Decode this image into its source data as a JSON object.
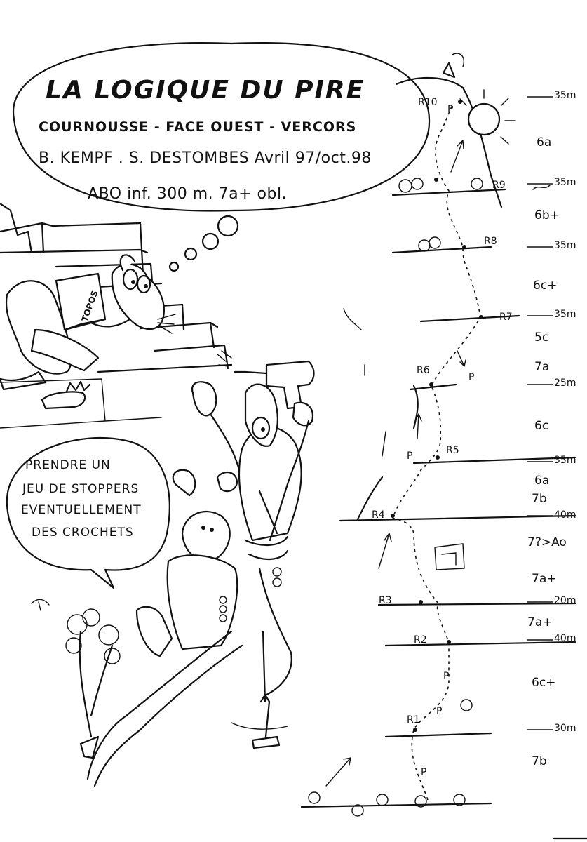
{
  "title": "LA LOGIQUE DU PIRE",
  "location": "COURNOUSSE - FACE OUEST - VERCORS",
  "authors": "B. KEMPF . S. DESTOMBES Avril 97/oct.98",
  "specs": "ABO inf. 300 m. 7a+ obl.",
  "topos_book": "TOPOS",
  "advice_bubble": {
    "lines": [
      "PRENDRE UN",
      "JEU DE STOPPERS",
      "EVENTUELLEMENT",
      "DES CROCHETS"
    ]
  },
  "belays": [
    "R10",
    "R9",
    "R8",
    "R7",
    "R6",
    "R5",
    "R4",
    "R3",
    "R2",
    "R1"
  ],
  "pitch_lengths": [
    "35m",
    "35m",
    "35m",
    "35m",
    "25m",
    "35m",
    "40m",
    "20m",
    "40m",
    "30m"
  ],
  "grades": [
    "6a",
    "6b+",
    "6c+",
    "5c",
    "7a",
    "6c",
    "6a",
    "7b",
    "7?>Ao",
    "7a+",
    "7a+",
    "6c+",
    "7b"
  ],
  "piton_marks": [
    "P",
    "P",
    "P",
    "P",
    "P",
    "P"
  ]
}
